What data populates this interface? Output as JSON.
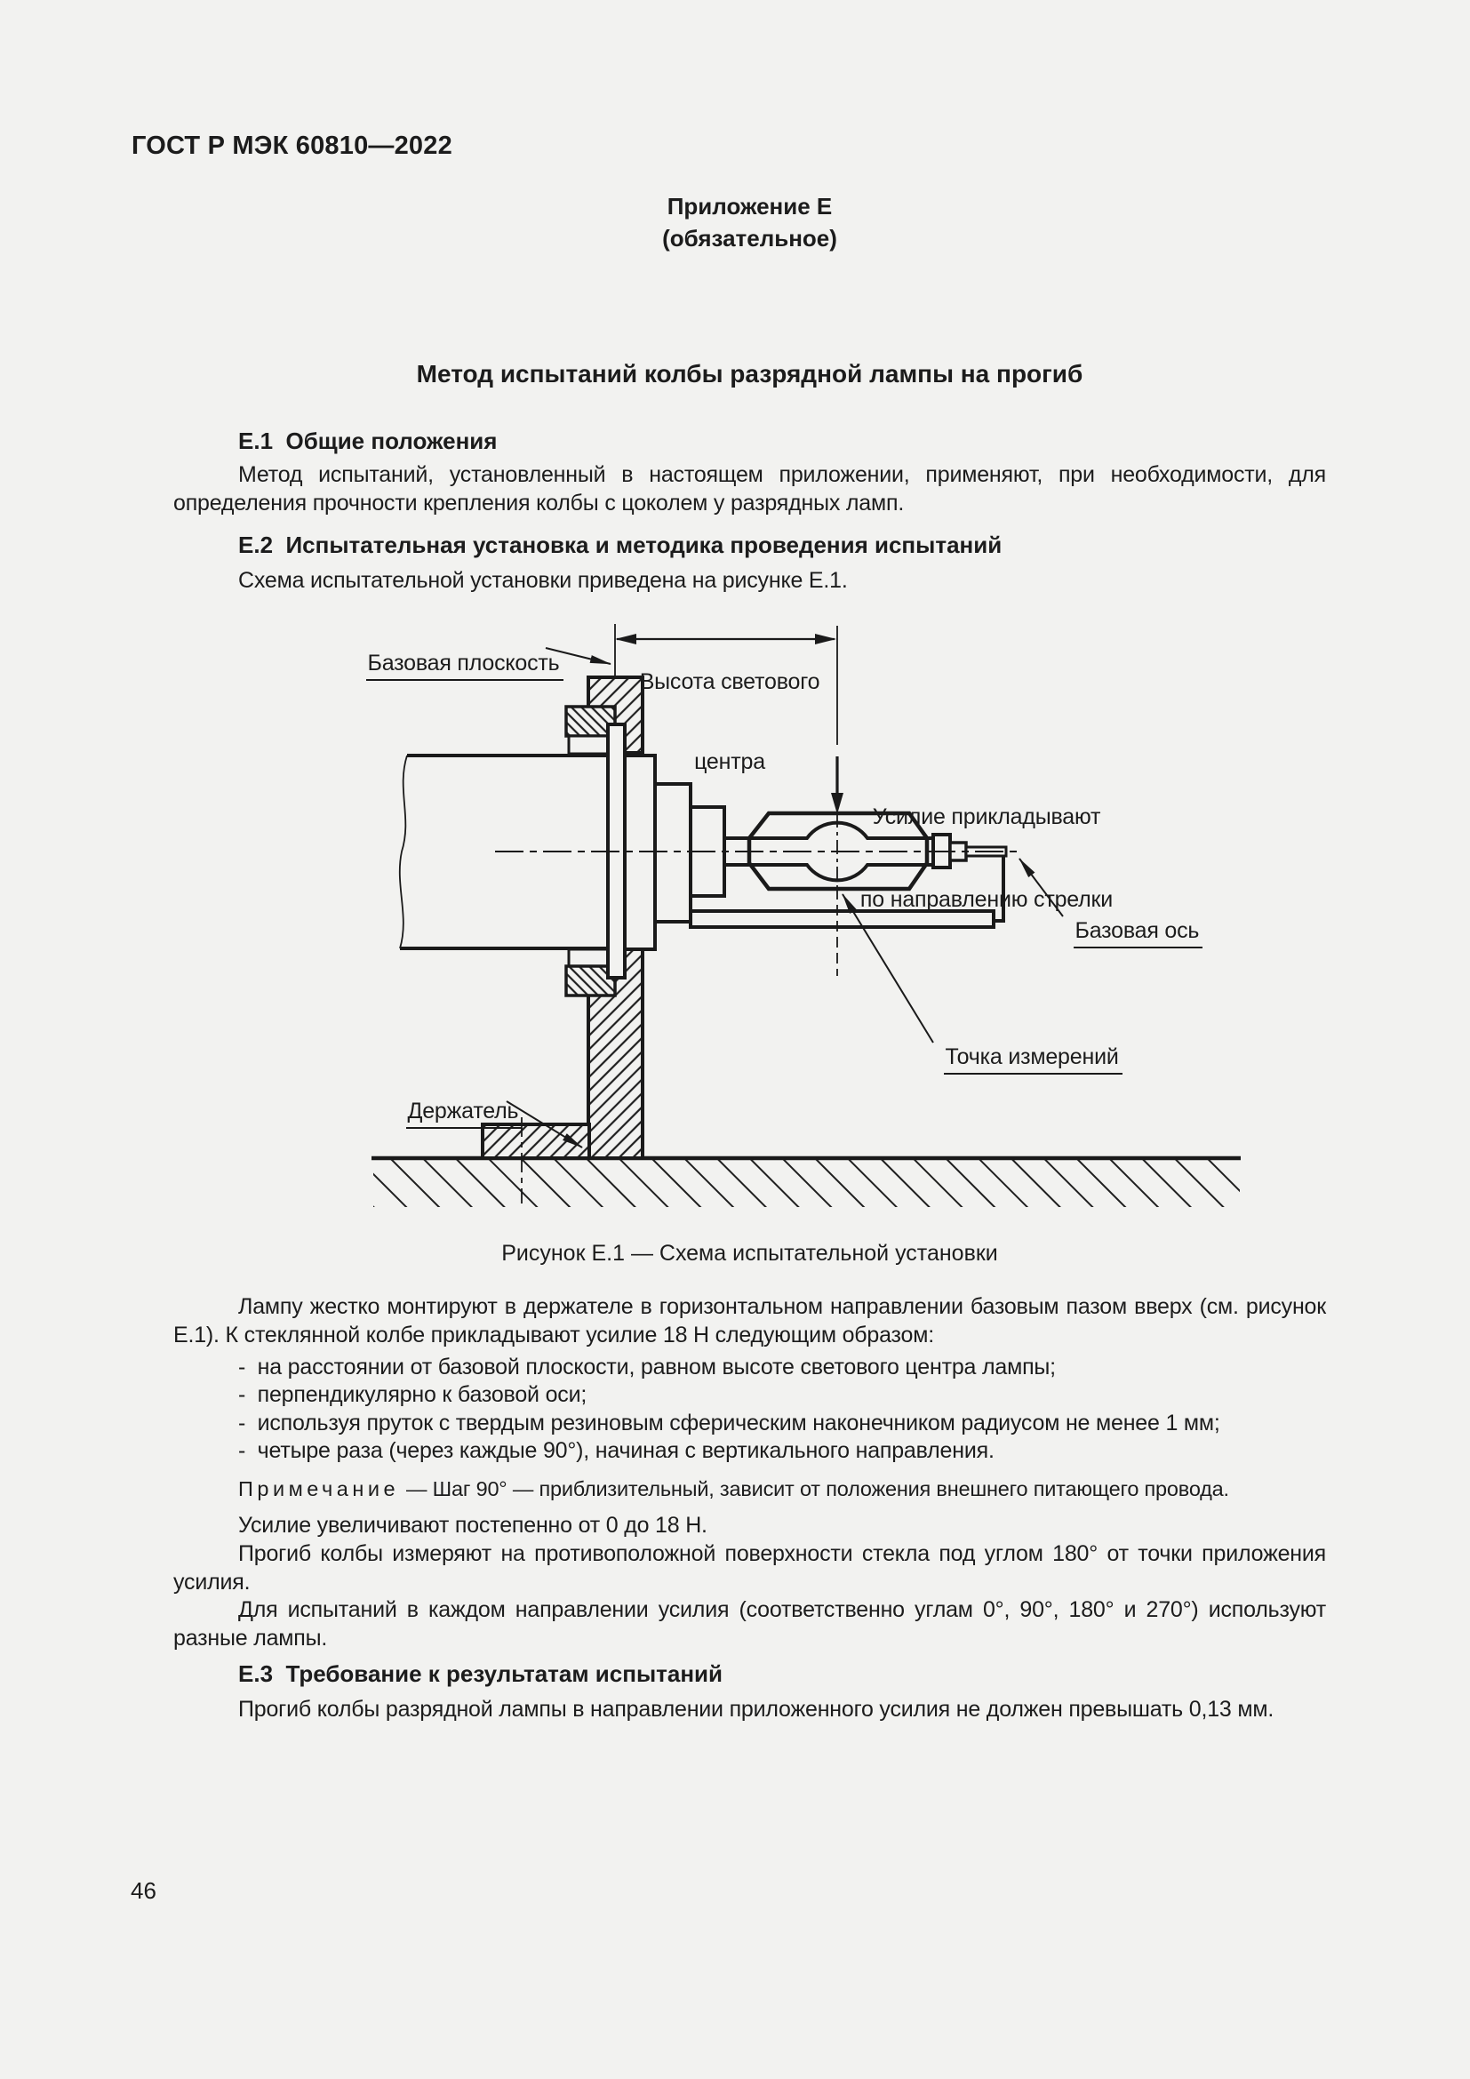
{
  "header": {
    "doc_code": "ГОСТ Р МЭК 60810—2022",
    "page_number": "46"
  },
  "appendix": {
    "name": "Приложение Е",
    "kind": "(обязательное)"
  },
  "doc_title": "Метод испытаний колбы разрядной лампы на прогиб",
  "section1": {
    "heading": "Е.1  Общие положения",
    "p1": "Метод испытаний, установленный в настоящем приложении, применяют, при необходимости, для определе­ния прочности крепления колбы с цоколем у разрядных ламп."
  },
  "section2": {
    "heading": "Е.2  Испытательная установка и методика проведения испытаний",
    "intro": "Схема испытательной установки приведена на рисунке Е.1.",
    "p_mount": "Лампу жестко монтируют в держателе в горизонтальном направлении базовым пазом вверх (см. рисунок  Е.1). К стеклянной колбе прикладывают усилие 18 Н следующим образом:",
    "bullets": [
      "-  на расстоянии от базовой плоскости, равном высоте светового центра лампы;",
      "-  перпендикулярно к базовой оси;",
      "-  используя пруток с твердым резиновым сферическим наконечником радиусом не менее 1 мм;",
      "-  четыре раза (через каждые 90°), начиная с вертикального направления."
    ],
    "note_label": "Примечание",
    "note_text": "— Шаг 90° — приблизительный, зависит от положения внешнего питающего провода.",
    "p_force": "Усилие увеличивают постепенно от 0 до 18 Н.",
    "p_deflect": "Прогиб колбы измеряют на противоположной поверхности стекла под углом 180° от точки приложения уси­лия.",
    "p_each": "Для испытаний в каждом направлении усилия (соответственно углам 0°, 90°, 180° и 270°) используют разные лампы."
  },
  "section3": {
    "heading": "Е.3  Требование к результатам испытаний",
    "p1": "Прогиб колбы разрядной лампы в направлении приложенного усилия не должен превышать 0,13 мм."
  },
  "figure": {
    "caption": "Рисунок Е.1 — Схема испытательной установки",
    "labels": {
      "base_plane": "Базовая плоскость",
      "light_center_height_1": "Высота светового",
      "light_center_height_2": "центра",
      "force_1": "Усилие прикладывают",
      "force_2": "по направлению стрелки",
      "base_axis": "Базовая ось",
      "measure_point": "Точка измерений",
      "holder": "Держатель"
    }
  }
}
